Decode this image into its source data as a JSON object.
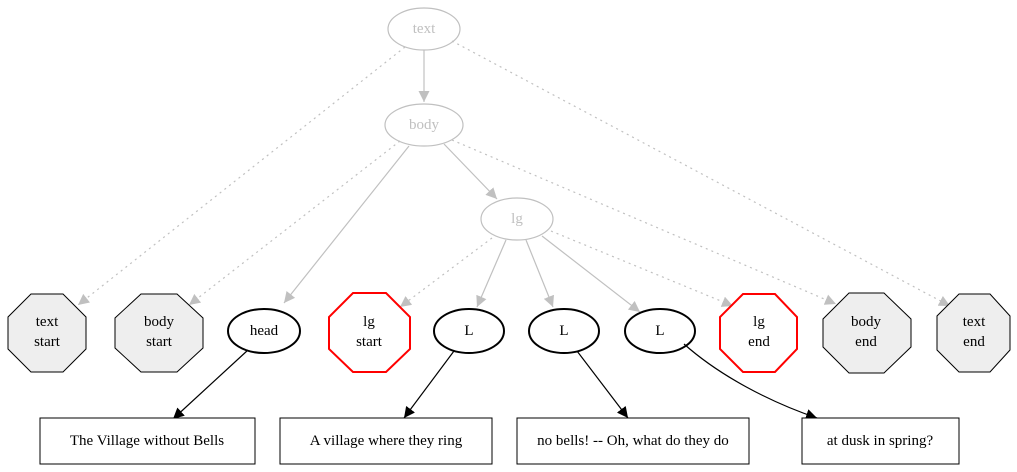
{
  "nodes": {
    "text": {
      "label": "text"
    },
    "body": {
      "label": "body"
    },
    "lg": {
      "label": "lg"
    },
    "text_start": {
      "line1": "text",
      "line2": "start"
    },
    "body_start": {
      "line1": "body",
      "line2": "start"
    },
    "head": {
      "label": "head"
    },
    "lg_start": {
      "line1": "lg",
      "line2": "start"
    },
    "l1": {
      "label": "L"
    },
    "l2": {
      "label": "L"
    },
    "l3": {
      "label": "L"
    },
    "lg_end": {
      "line1": "lg",
      "line2": "end"
    },
    "body_end": {
      "line1": "body",
      "line2": "end"
    },
    "text_end": {
      "line1": "text",
      "line2": "end"
    }
  },
  "leaves": {
    "head_text": "The Village without Bells",
    "l1_text": "A village where they ring",
    "l2_text": "no bells! -- Oh, what do they do",
    "l3_text": "at dusk in spring?"
  },
  "colors": {
    "gray": "#c0c0c0",
    "black": "#000000",
    "red": "#ff0000",
    "octagon_fill": "#eeeeee"
  }
}
